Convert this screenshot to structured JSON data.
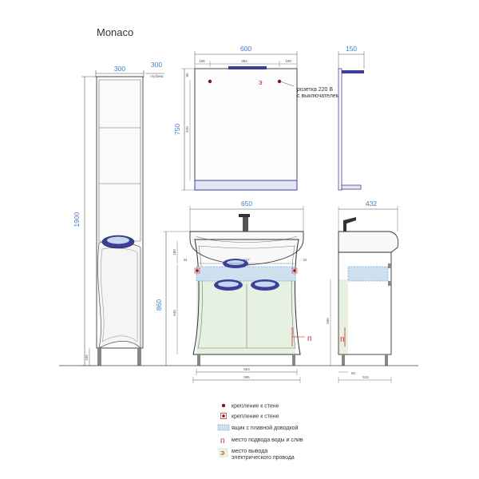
{
  "title": "Monaco",
  "colors": {
    "dimension_blue": "#3a7fc1",
    "mark_red": "#d0202a",
    "drawer_fill": "#cfe1ee",
    "zone_green": "#e6f1e1",
    "outline": "#444444"
  },
  "pencil_case": {
    "width": "300",
    "depth": "300",
    "depth_label": "глубина",
    "height": "1900",
    "leg": "100"
  },
  "mirror": {
    "width": "600",
    "depth": "150",
    "height": "750",
    "sub_height": "570",
    "mount_left": "108",
    "mount_span": "384",
    "mount_right": "108",
    "top_offset": "80",
    "socket_line1": "розетка 220 В",
    "socket_line2": "с выключателем"
  },
  "vanity": {
    "width": "650",
    "depth": "432",
    "height": "860",
    "cabinet_height": "640",
    "drawer_offset": "180",
    "drawer_span": "527",
    "drawer_left": "34",
    "drawer_right": "34",
    "inner_width": "563",
    "base_width": "585",
    "side_height": "550",
    "side_bottom": "50",
    "side_depth": "515",
    "pipe_mark": "п"
  },
  "legend": [
    {
      "icon": "dot",
      "text": "крепление к стене"
    },
    {
      "icon": "boxed-dot",
      "text": "крепление к стене"
    },
    {
      "icon": "drawer",
      "text": "ящик с плавной доводкой"
    },
    {
      "icon": "pipe",
      "text": "место подвода воды и слив"
    },
    {
      "icon": "socket",
      "text": "место вывода",
      "text2": "электрического провода"
    }
  ]
}
